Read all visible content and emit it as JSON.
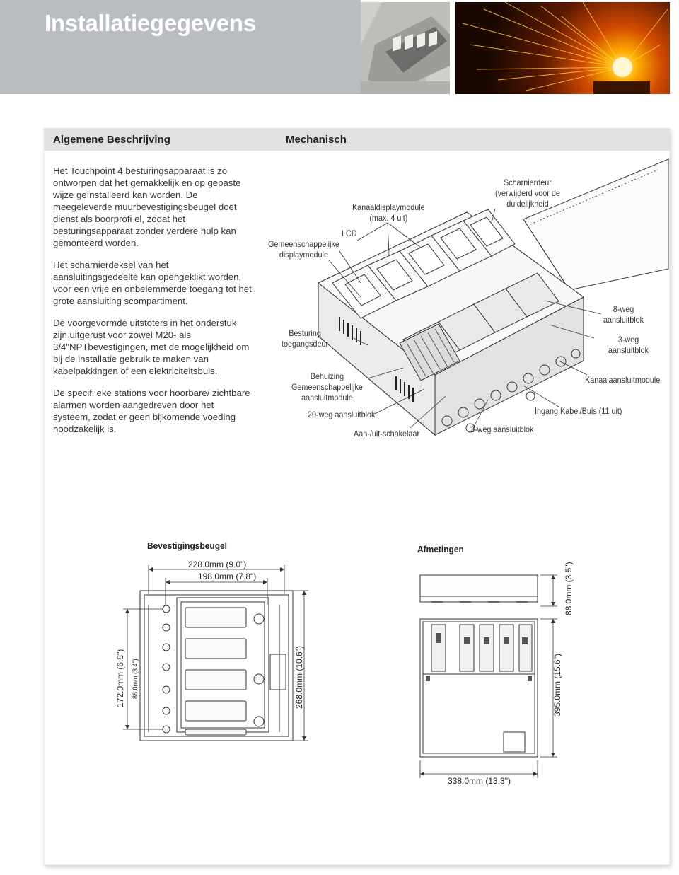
{
  "header": {
    "title": "Installatiegegevens"
  },
  "sections": {
    "left_title": "Algemene Beschrijving",
    "right_title": "Mechanisch"
  },
  "description": [
    "Het Touchpoint 4 besturingsapparaat is zo ontworpen dat het gemakkelijk en op gepaste wijze geïnstalleerd kan worden. De meegeleverde muurbevestigingsbeugel doet dienst als boorprofi el, zodat het besturingsapparaat zonder verdere hulp kan gemonteerd worden.",
    "Het scharnierdeksel van het aansluitingsgedeelte kan opengeklikt worden, voor een vrije en onbelemmerde toegang tot het grote aansluiting scompartiment.",
    "De voorgevormde uitstoters in het onderstuk zijn uitgerust voor zowel M20- als 3/4\"NPTbevestigingen, met de mogelijkheid om bij de installatie gebruik te maken van kabelpakkingen of een elektriciteitsbuis.",
    "De specifi eke stations voor hoorbare/ zichtbare alarmen worden aangedreven door het systeem, zodat er geen bijkomende voeding noodzakelijk is."
  ],
  "mechanical_labels": {
    "kanaaldisplay": "Kanaaldisplaymodule\n(max. 4 uit)",
    "scharnierdeur": "Scharnierdeur\n(verwijderd voor de\nduidelijkheid",
    "lcd": "LCD",
    "gemeenschappelijke_display": "Gemeenschappelijke\ndisplaymodule",
    "besturing": "Besturing\ntoegangsdeur",
    "acht_weg": "8-weg\naansluitblok",
    "drie_weg_right": "3-weg\naansluitblok",
    "kanaalaansluit": "Kanaalaansluitmodule",
    "behuizing": "Behuizing\nGemeenschappelijke\naansluitmodule",
    "ingang": "Ingang Kabel/Buis (11 uit)",
    "twintig_weg": "20-weg aansluitblok",
    "drie_weg_bottom": "3-weg aansluitblok",
    "schakelaar": "Aan-/uit-schakelaar"
  },
  "bracket": {
    "title": "Bevestigingsbeugel",
    "dim_outer_width": "228.0mm (9.0\")",
    "dim_inner_width": "198.0mm (7.8\")",
    "dim_height_172": "172.0mm (6.8\")",
    "dim_height_86": "86.0mm (3.4\")",
    "dim_height_268": "268.0mm (10.6\")"
  },
  "dimensions": {
    "title": "Afmetingen",
    "dim_depth": "88.0mm (3.5\")",
    "dim_height": "395.0mm (15.6\")",
    "dim_width": "338.0mm (13.3\")"
  }
}
